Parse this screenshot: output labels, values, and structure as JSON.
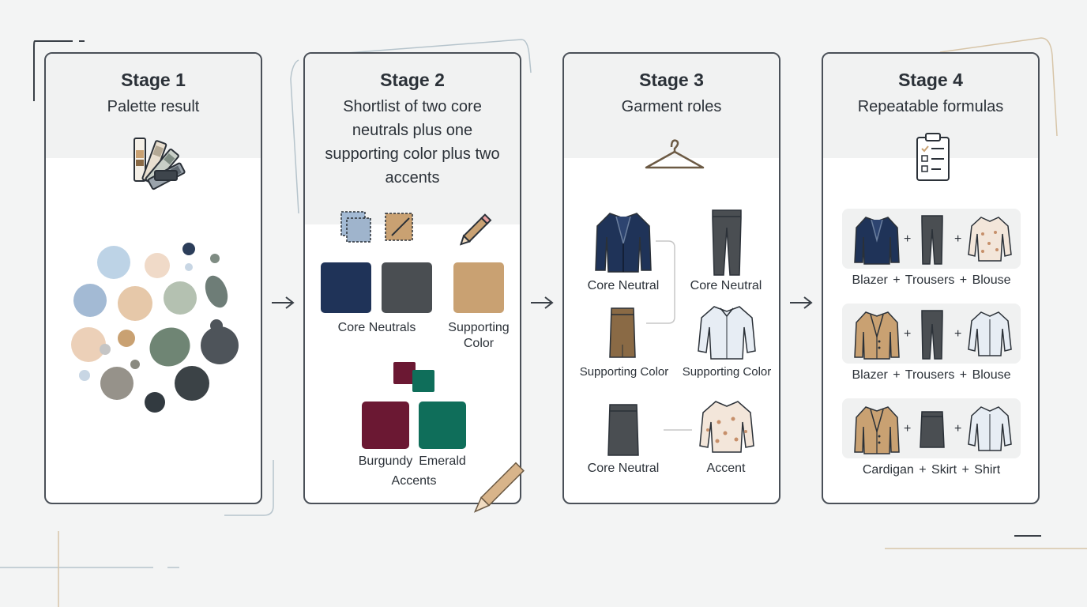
{
  "stages": [
    {
      "title": "Stage 1",
      "subtitle": "Palette result"
    },
    {
      "title": "Stage 2",
      "subtitle": "Shortlist of two core neutrals plus one supporting color plus two accents"
    },
    {
      "title": "Stage 3",
      "subtitle": "Garment roles"
    },
    {
      "title": "Stage 4",
      "subtitle": "Repeatable formulas"
    }
  ],
  "stage2": {
    "core_label": "Core Neutrals",
    "supporting_label_1": "Supporting",
    "supporting_label_2": "Color",
    "accent_name_1": "Burgundy",
    "accent_name_2": "Emerald",
    "accents_label": "Accents"
  },
  "stage3": {
    "blazer_label": "Core Neutral",
    "trousers_label": "Core Neutral",
    "skirt_label": "Supporting Color",
    "shirt_label": "Supporting Color",
    "pencil_skirt_label": "Core Neutral",
    "blouse_label": "Accent"
  },
  "stage4": {
    "plus": "+",
    "formulas": [
      {
        "a": "Blazer",
        "b": "Trousers",
        "c": "Blouse"
      },
      {
        "a": "Blazer",
        "b": "Trousers",
        "c": "Blouse"
      },
      {
        "a": "Cardigan",
        "b": "Skirt",
        "c": "Shirt"
      }
    ]
  },
  "colors": {
    "navy": "#1f3358",
    "charcoal": "#4a4e52",
    "camel": "#c9a172",
    "burgundy": "#6b1833",
    "emerald": "#0f6e5a",
    "brown": "#8a6a45",
    "border": "#4a5058"
  }
}
